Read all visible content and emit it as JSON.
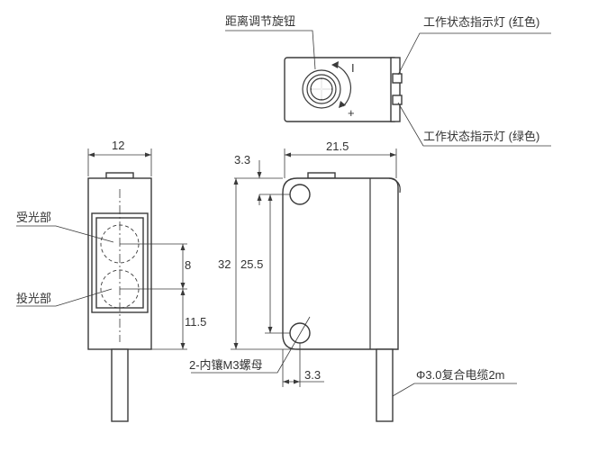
{
  "labels": {
    "distance_knob": "距离调节旋钮",
    "indicator_red": "工作状态指示灯 (红色)",
    "indicator_green": "工作状态指示灯 (绿色)",
    "receiver": "受光部",
    "emitter": "投光部",
    "nut": "2-内镶M3螺母",
    "cable": "Φ3.0复合电缆2m",
    "knob_minus": "I",
    "knob_plus": "+"
  },
  "dimensions": {
    "front_width": "12",
    "lens_spacing": "8",
    "lens_bottom": "11.5",
    "side_width": "21.5",
    "hole_top_offset": "3.3",
    "height_total": "32",
    "hole_spacing": "25.5",
    "hole_side_offset": "3.3"
  }
}
